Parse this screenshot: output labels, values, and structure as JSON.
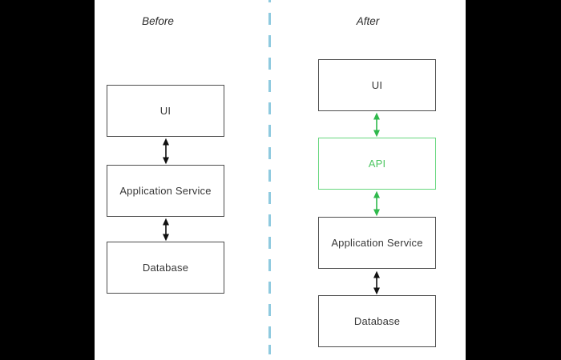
{
  "colors": {
    "box-border": "#4d4d4d",
    "text-dark": "#383838",
    "arrow-black": "#111111",
    "arrow-green": "#2fb94c",
    "api-border": "#67d77e",
    "api-text": "#4ec763",
    "divider-blue": "#8fcadf"
  },
  "before": {
    "title": "Before",
    "boxes": [
      {
        "label": "UI"
      },
      {
        "label": "Application Service"
      },
      {
        "label": "Database"
      }
    ]
  },
  "after": {
    "title": "After",
    "boxes": [
      {
        "label": "UI"
      },
      {
        "label": "API"
      },
      {
        "label": "Application Service"
      },
      {
        "label": "Database"
      }
    ]
  },
  "divider": {
    "style": "dashed-vertical"
  },
  "connectors": {
    "type": "double-headed-arrow",
    "before": [
      "UI-ApplicationService",
      "ApplicationService-Database"
    ],
    "after_green": [
      "UI-API",
      "API-ApplicationService"
    ],
    "after_black": [
      "ApplicationService-Database"
    ]
  }
}
